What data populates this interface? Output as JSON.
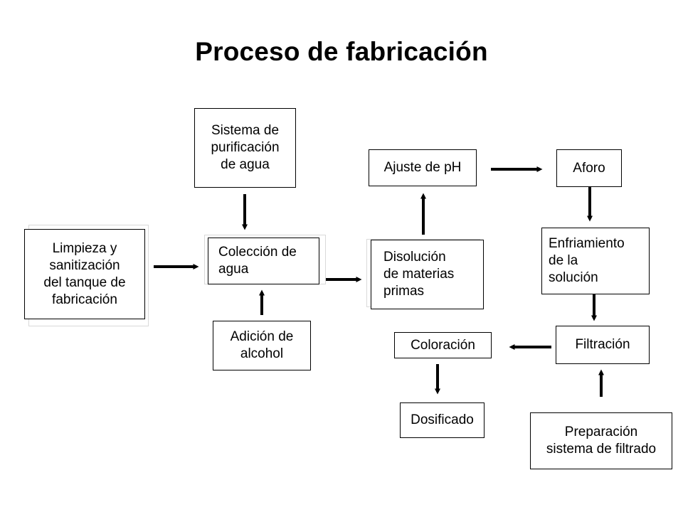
{
  "title": "Proceso de fabricación",
  "colors": {
    "text": "#000000",
    "box_border": "#000000",
    "arrow": "#000000",
    "background": "#ffffff"
  },
  "steps": {
    "limpieza": "Limpieza y\nsanitización\ndel tanque de\nfabricación",
    "sistema": "Sistema de\npurificación\nde agua",
    "coleccion": "Colección de\nagua",
    "adicion": "Adición de\nalcohol",
    "disolucion": "Disolución\nde materias\nprimas",
    "ajuste": "Ajuste de pH",
    "aforo": "Aforo",
    "enfriamiento": "Enfriamiento\nde la\nsolución",
    "filtracion": "Filtración",
    "coloracion": "Coloración",
    "dosificado": "Dosificado",
    "preparacion": "Preparación\nsistema de filtrado"
  }
}
